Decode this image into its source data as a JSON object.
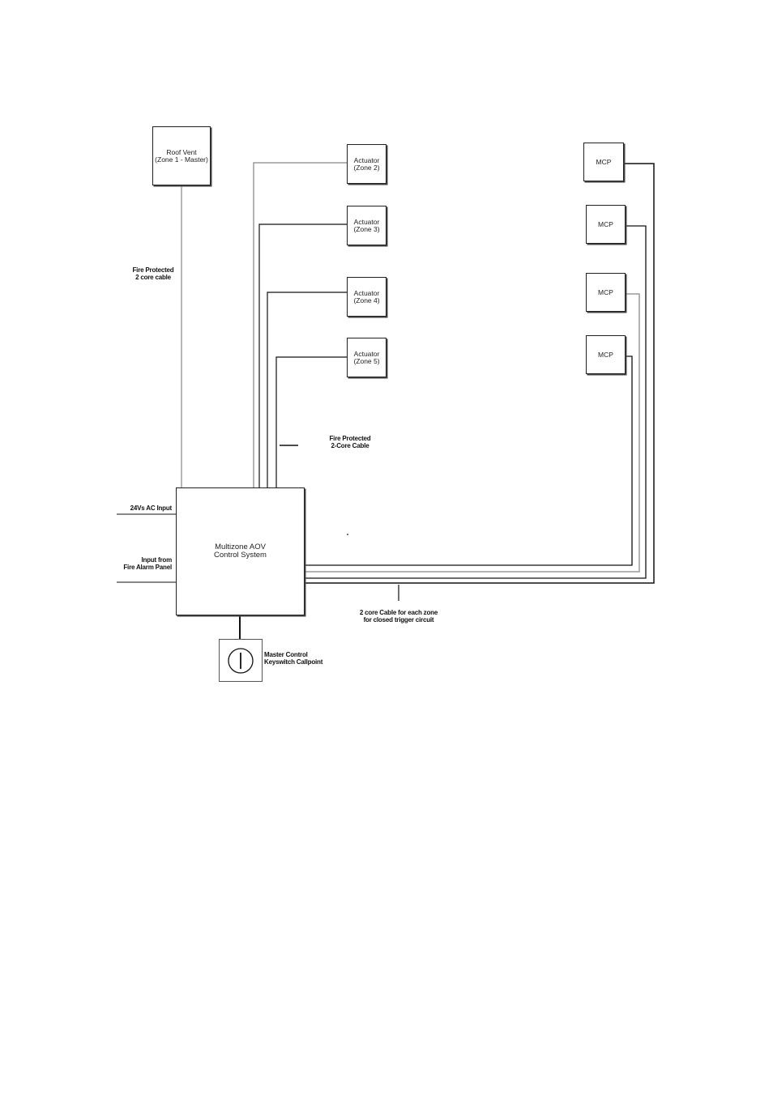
{
  "diagram": {
    "roof_vent": {
      "label": "Roof Vent\n(Zone 1 - Master)"
    },
    "actuators": [
      {
        "label": "Actuator\n(Zone 2)"
      },
      {
        "label": "Actuator\n(Zone 3)"
      },
      {
        "label": "Actuator\n(Zone 4)"
      },
      {
        "label": "Actuator\n(Zone 5)"
      }
    ],
    "mcps": [
      {
        "label": "MCP"
      },
      {
        "label": "MCP"
      },
      {
        "label": "MCP"
      },
      {
        "label": "MCP"
      }
    ],
    "control_system": {
      "label": "Multizone AOV\nControl System"
    },
    "notes": {
      "roof_cable": "Fire Protected\n2 core cable",
      "actuator_cable": "Fire Protected\n2-Core Cable",
      "ac_input": "24Vs AC Input",
      "fire_alarm_input": "Input from\nFire Alarm Panel",
      "mcp_cable": "2 core Cable for each zone\nfor closed trigger circuit",
      "keyswitch": "Master Control\nKeyswitch Callpoint"
    },
    "keyswitch_icon": "keyswitch-icon",
    "colors": {
      "line": "#111111",
      "grey_line": "#9a9a9a"
    }
  }
}
